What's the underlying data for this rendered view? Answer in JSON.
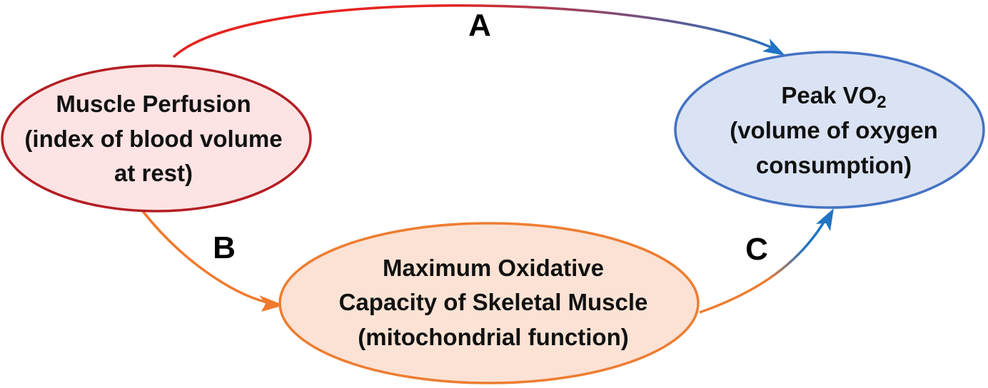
{
  "nodes": {
    "perfusion": {
      "lines": [
        "Muscle Perfusion",
        "(index of blood volume",
        "at rest)"
      ],
      "fill": "#fde3e3",
      "stroke": "#b41e24"
    },
    "vo2": {
      "title": "Peak VO",
      "title_sub": "2",
      "lines": [
        "(volume of oxygen",
        "consumption)"
      ],
      "fill": "#dae3f3",
      "stroke": "#4472c4"
    },
    "oxidative": {
      "lines": [
        "Maximum Oxidative",
        "Capacity of Skeletal Muscle",
        "(mitochondrial function)"
      ],
      "fill": "#fbe2d4",
      "stroke": "#ed7d31"
    }
  },
  "edges": {
    "a": {
      "label": "A",
      "color_start": "#e52421",
      "color_end": "#1f74c4"
    },
    "b": {
      "label": "B",
      "color": "#ef7a2e"
    },
    "c": {
      "label": "C",
      "color_start": "#ed7d31",
      "color_end": "#1f74c4"
    }
  }
}
